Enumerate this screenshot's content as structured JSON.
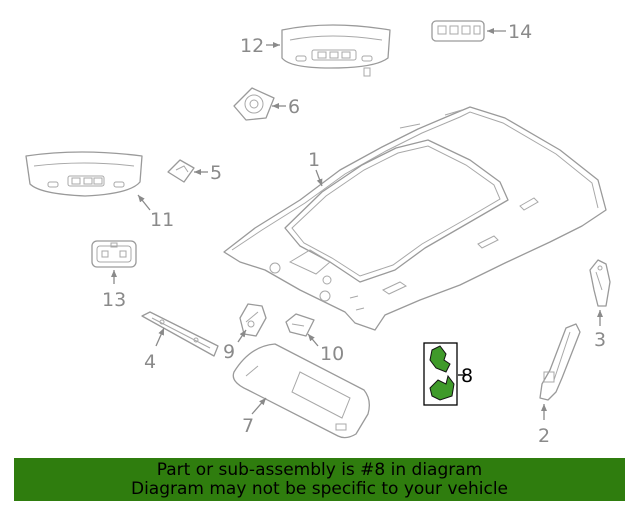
{
  "diagram": {
    "callouts": [
      "1",
      "2",
      "3",
      "4",
      "5",
      "6",
      "7",
      "8",
      "9",
      "10",
      "11",
      "12",
      "13",
      "14"
    ],
    "highlight_callout": "8",
    "highlight_color": "#3f9a2a"
  },
  "banner": {
    "line1": "Part or sub-assembly is #8 in diagram",
    "line2": "Diagram may not be specific to your vehicle",
    "background": "#2f7d0e"
  }
}
